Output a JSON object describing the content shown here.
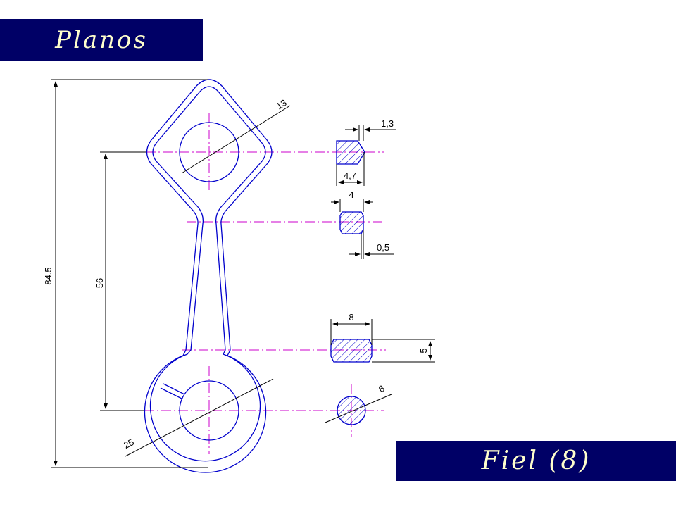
{
  "slide": {
    "title": "Planos",
    "footer": "Fiel (8)"
  },
  "colors": {
    "banner_bg": "#000066",
    "banner_text": "#ffffcc",
    "outline": "#0000cc",
    "centerline": "#cc00cc",
    "dimension": "#000000",
    "hatch": "#0000cc"
  },
  "dimensions": {
    "total_length": "84.5",
    "center_distance": "56",
    "small_end_dia": "13",
    "big_end_dia": "25",
    "web_offset": "1,3",
    "small_section_width": "4,7",
    "mid_section_width": "4",
    "chamfer": "0,5",
    "bottom_section_width": "8",
    "bottom_section_height": "5",
    "round_section_dia": "6"
  }
}
